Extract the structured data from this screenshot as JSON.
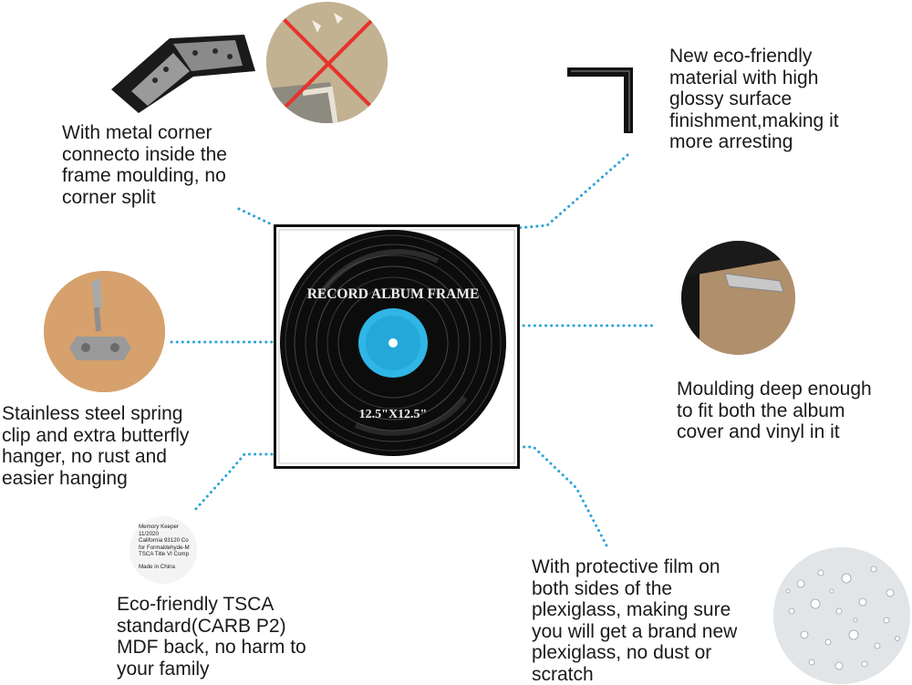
{
  "frame": {
    "title": "RECORD ALBUM FRAME",
    "size": "12.5\"X12.5\""
  },
  "features": {
    "corner": {
      "lines": [
        "With metal corner",
        "connecto inside the",
        "frame moulding, no",
        "corner split"
      ]
    },
    "material": {
      "lines": [
        "New eco-friendly",
        "material with high",
        "glossy surface",
        "finishment,making it",
        "more arresting"
      ]
    },
    "spring_clip": {
      "lines": [
        "Stainless steel spring",
        "clip and extra butterfly",
        "hanger, no rust and",
        "easier hanging"
      ]
    },
    "moulding": {
      "lines": [
        "Moulding deep enough",
        "to fit both the album",
        "cover and vinyl in it"
      ]
    },
    "tsca": {
      "lines": [
        "Eco-friendly TSCA",
        "standard(CARB P2)",
        "MDF back, no harm to",
        "your family"
      ]
    },
    "film": {
      "lines": [
        "With protective film on",
        "both sides of the",
        "plexiglass, making sure",
        "you will get a brand new",
        "plexiglass, no dust or",
        "scratch"
      ]
    }
  },
  "tsca_label": {
    "lines": [
      "Memory Keeper",
      "11/2020",
      "California 93120 Co",
      "for Formaldehyde-M",
      "TSCA Title VI Comp",
      "Made in China"
    ]
  },
  "colors": {
    "dotted_line": "#2aa3d8",
    "frame": "#111111",
    "vinyl_label": "#2fb6e6"
  }
}
